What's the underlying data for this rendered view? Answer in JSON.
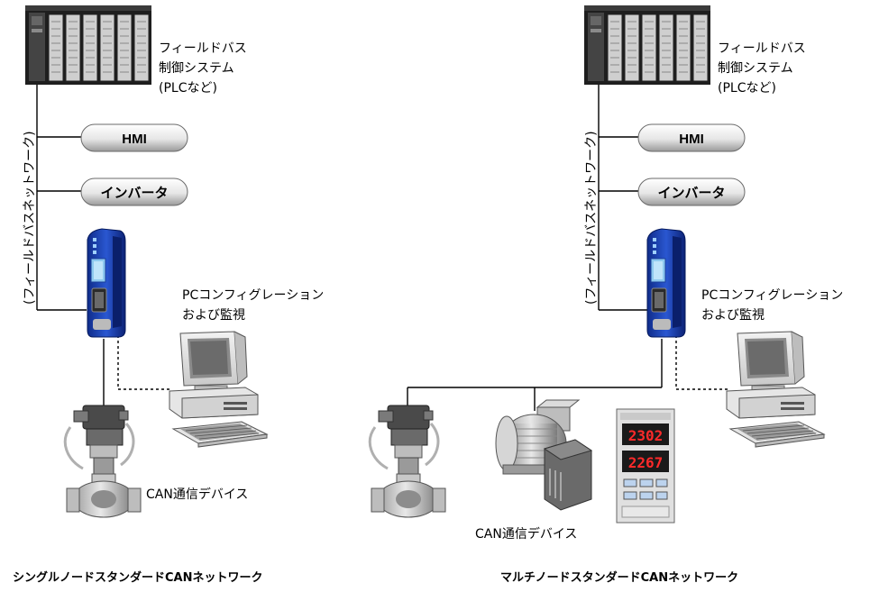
{
  "left": {
    "plc_label": [
      "フィールドバス",
      "制御システム",
      "(PLCなど)"
    ],
    "bus_label": "(フィールドバスネットワーク)",
    "hmi_label": "HMI",
    "inverter_label": "インバータ",
    "pc_label": [
      "PCコンフィグレーション",
      "および監視"
    ],
    "device_label": "CAN通信デバイス",
    "caption": "シングルノードスタンダードCANネットワーク"
  },
  "right": {
    "plc_label": [
      "フィールドバス",
      "制御システム",
      "(PLCなど)"
    ],
    "bus_label": "(フィールドバスネットワーク)",
    "hmi_label": "HMI",
    "inverter_label": "インバータ",
    "pc_label": [
      "PCコンフィグレーション",
      "および監視"
    ],
    "device_label": "CAN通信デバイス",
    "caption": "マルチノードスタンダードCANネットワーク",
    "display_values": [
      "2302",
      "2267"
    ]
  }
}
